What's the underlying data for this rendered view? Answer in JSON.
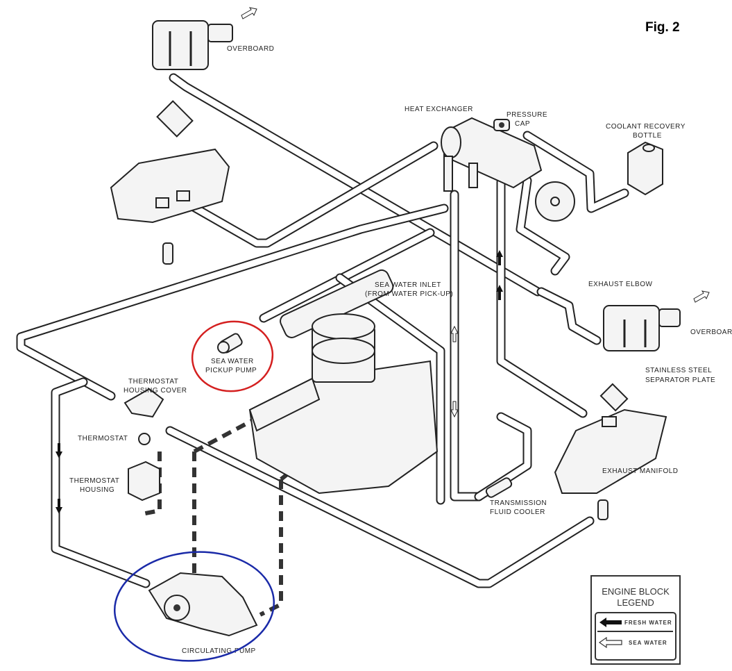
{
  "figure_label": "Fig. 2",
  "labels": {
    "overboard_top": "OVERBOARD",
    "heat_exchanger": "HEAT EXCHANGER",
    "pressure_cap_1": "PRESSURE",
    "pressure_cap_2": "CAP",
    "coolant_bottle_1": "COOLANT RECOVERY",
    "coolant_bottle_2": "BOTTLE",
    "sea_water_inlet_1": "SEA WATER INLET",
    "sea_water_inlet_2": "(FROM WATER PICK-UP)",
    "exhaust_elbow": "EXHAUST ELBOW",
    "overboard_right": "OVERBOARD",
    "separator_plate_1": "STAINLESS STEEL",
    "separator_plate_2": "SEPARATOR PLATE",
    "pickup_pump_1": "SEA WATER",
    "pickup_pump_2": "PICKUP PUMP",
    "thermostat_cover_1": "THERMOSTAT",
    "thermostat_cover_2": "HOUSING COVER",
    "thermostat": "THERMOSTAT",
    "thermostat_housing_1": "THERMOSTAT",
    "thermostat_housing_2": "HOUSING",
    "exhaust_manifold": "EXHAUST MANIFOLD",
    "trans_cooler_1": "TRANSMISSION",
    "trans_cooler_2": "FLUID COOLER",
    "circulating_pump": "CIRCULATING PUMP"
  },
  "legend": {
    "title_1": "ENGINE BLOCK",
    "title_2": "LEGEND",
    "items": [
      {
        "label": "FRESH WATER",
        "arrow": "filled-black"
      },
      {
        "label": "SEA WATER",
        "arrow": "outline-white"
      }
    ]
  },
  "annotations": {
    "red_circle_color": "#d42020",
    "blue_circle_color": "#1a2aa8"
  }
}
